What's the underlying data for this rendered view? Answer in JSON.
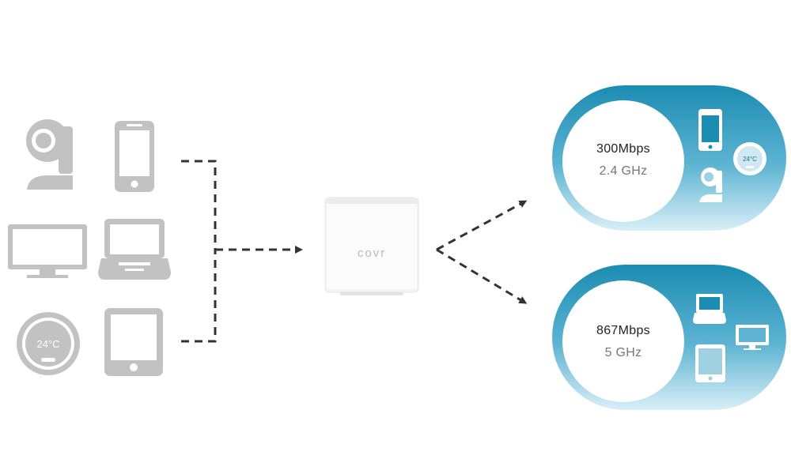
{
  "devices": {
    "thermostat_reading": "24°C"
  },
  "router": {
    "brand": "covr"
  },
  "bands": [
    {
      "speed": "300Mbps",
      "frequency": "2.4 GHz",
      "thermostat_reading": "24°C"
    },
    {
      "speed": "867Mbps",
      "frequency": "5 GHz"
    }
  ],
  "colors": {
    "device_gray": "#c2c2c2",
    "pill_dark": "#1b8db3",
    "pill_light": "#d8eef6",
    "arrow": "#333333"
  }
}
